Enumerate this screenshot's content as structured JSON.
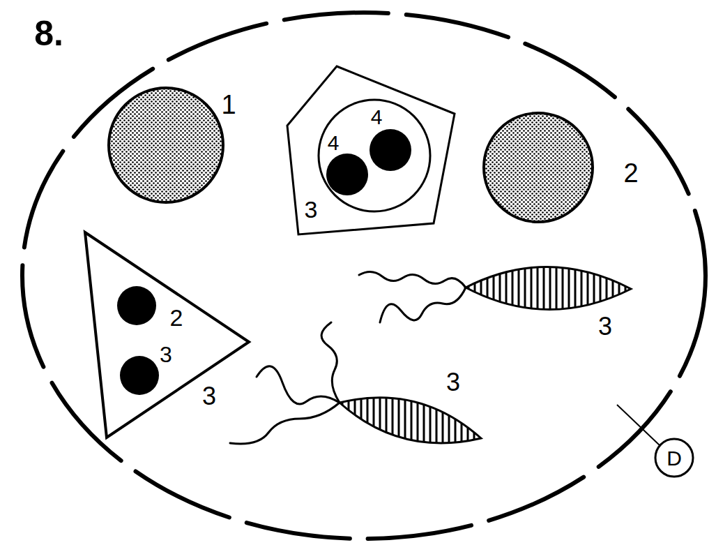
{
  "diagram": {
    "nodes": [
      {
        "text": [
          "1"
        ]
      },
      {
        "text": [
          "3"
        ]
      },
      {
        "text": [
          "4"
        ],
        "in": 1
      },
      {
        "text": [
          "4"
        ],
        "in": 1
      },
      {
        "text": [
          "2"
        ]
      },
      {
        "text": [
          "3"
        ]
      },
      {
        "text": [
          "2"
        ],
        "in": 5
      },
      {
        "text": [
          "3"
        ],
        "in": 5
      },
      {
        "text": [
          "3"
        ]
      },
      {
        "text": [
          "3"
        ]
      },
      {
        "text": [
          "D"
        ]
      }
    ],
    "labels": [
      "8."
    ]
  }
}
